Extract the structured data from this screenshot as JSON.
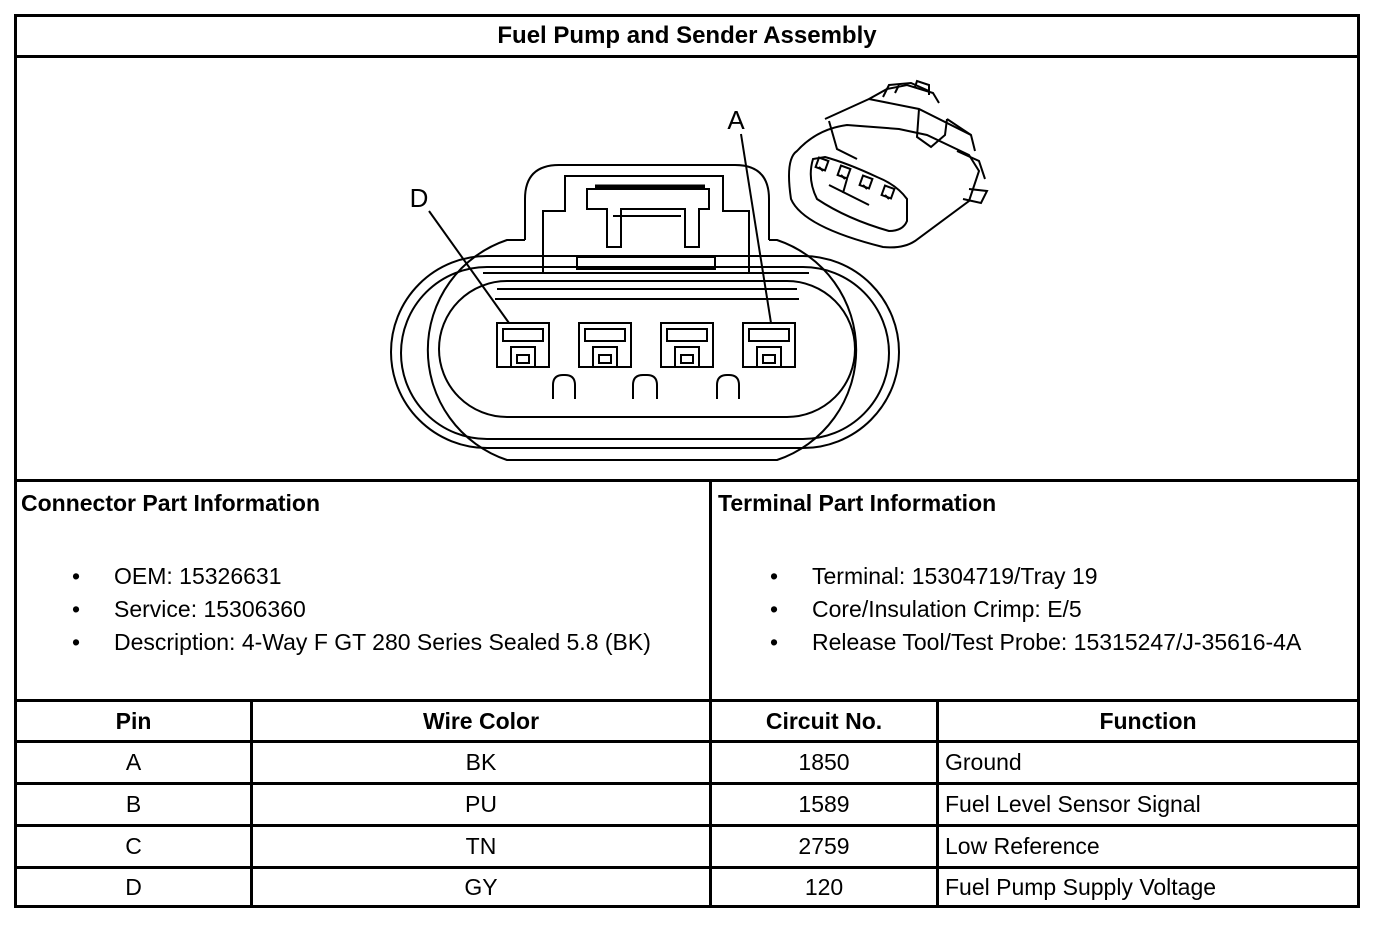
{
  "title": "Fuel Pump and Sender Assembly",
  "diagram": {
    "pin_label_left": "D",
    "pin_label_right": "A"
  },
  "connector_info": {
    "heading": "Connector Part Information",
    "items": [
      "OEM: 15326631",
      "Service: 15306360",
      "Description: 4-Way F GT 280 Series Sealed 5.8 (BK)"
    ]
  },
  "terminal_info": {
    "heading": "Terminal Part Information",
    "items": [
      "Terminal: 15304719/Tray 19",
      "Core/Insulation Crimp: E/5",
      "Release Tool/Test Probe: 15315247/J-35616-4A"
    ]
  },
  "bullet_glyph": "•",
  "table": {
    "headers": [
      "Pin",
      "Wire Color",
      "Circuit No.",
      "Function"
    ],
    "rows": [
      [
        "A",
        "BK",
        "1850",
        "Ground"
      ],
      [
        "B",
        "PU",
        "1589",
        "Fuel Level Sensor Signal"
      ],
      [
        "C",
        "TN",
        "2759",
        "Low Reference"
      ],
      [
        "D",
        "GY",
        "120",
        "Fuel Pump Supply Voltage"
      ]
    ]
  }
}
